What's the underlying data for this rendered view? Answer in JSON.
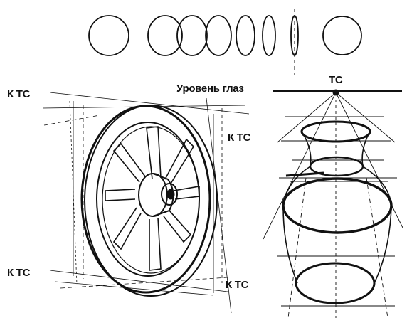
{
  "labels": {
    "vp_top_left": "К ТС",
    "vp_right": "К ТС",
    "vp_bottom_left": "К ТС",
    "vp_bottom_right": "К ТС",
    "eye_level": "Уровень глаз",
    "vanishing_point": "ТС"
  },
  "colors": {
    "ink": "#111111",
    "background": "#ffffff"
  },
  "figures": [
    "ellipse-sequence",
    "perspective-wheel",
    "perspective-vase"
  ]
}
